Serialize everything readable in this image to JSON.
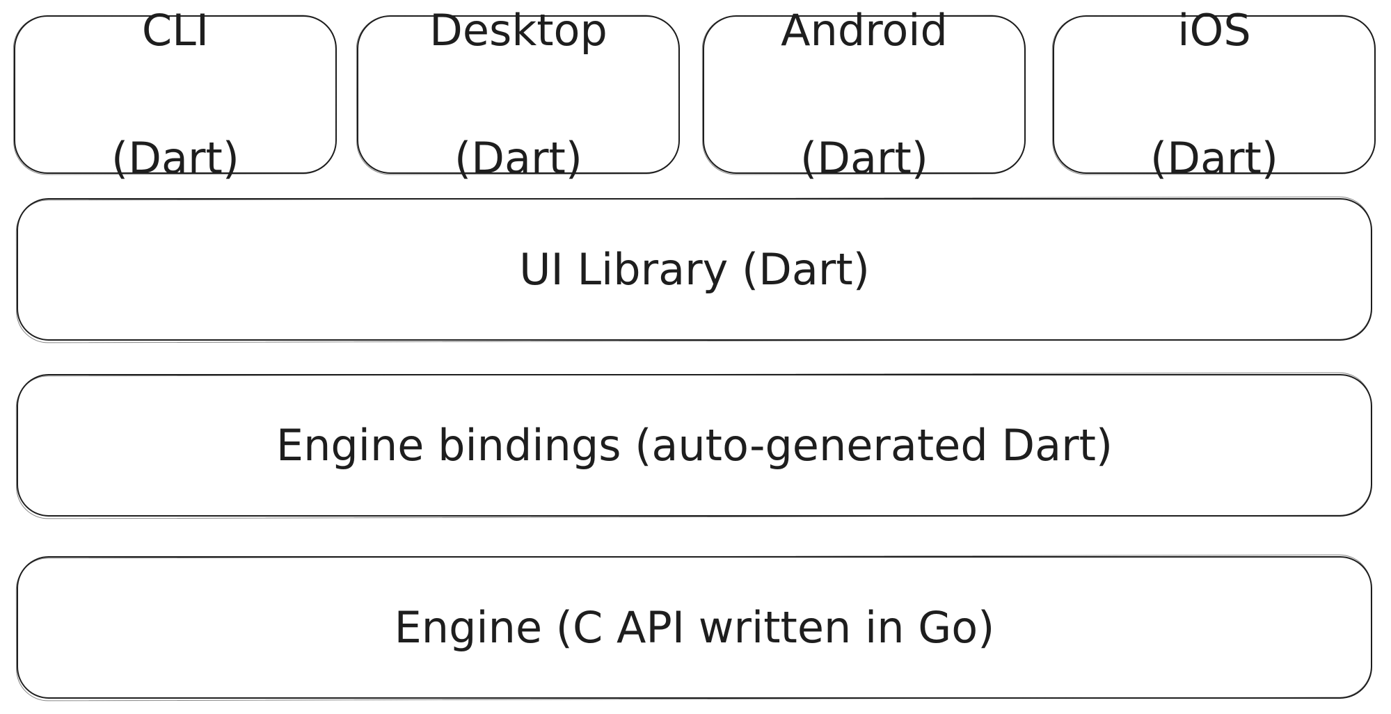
{
  "platforms": [
    {
      "name": "CLI",
      "lang": "(Dart)"
    },
    {
      "name": "Desktop",
      "lang": "(Dart)"
    },
    {
      "name": "Android",
      "lang": "(Dart)"
    },
    {
      "name": "iOS",
      "lang": "(Dart)"
    }
  ],
  "layers": {
    "ui_library": "UI Library (Dart)",
    "engine_bindings": "Engine bindings (auto-generated Dart)",
    "engine": "Engine (C API written in Go)"
  }
}
